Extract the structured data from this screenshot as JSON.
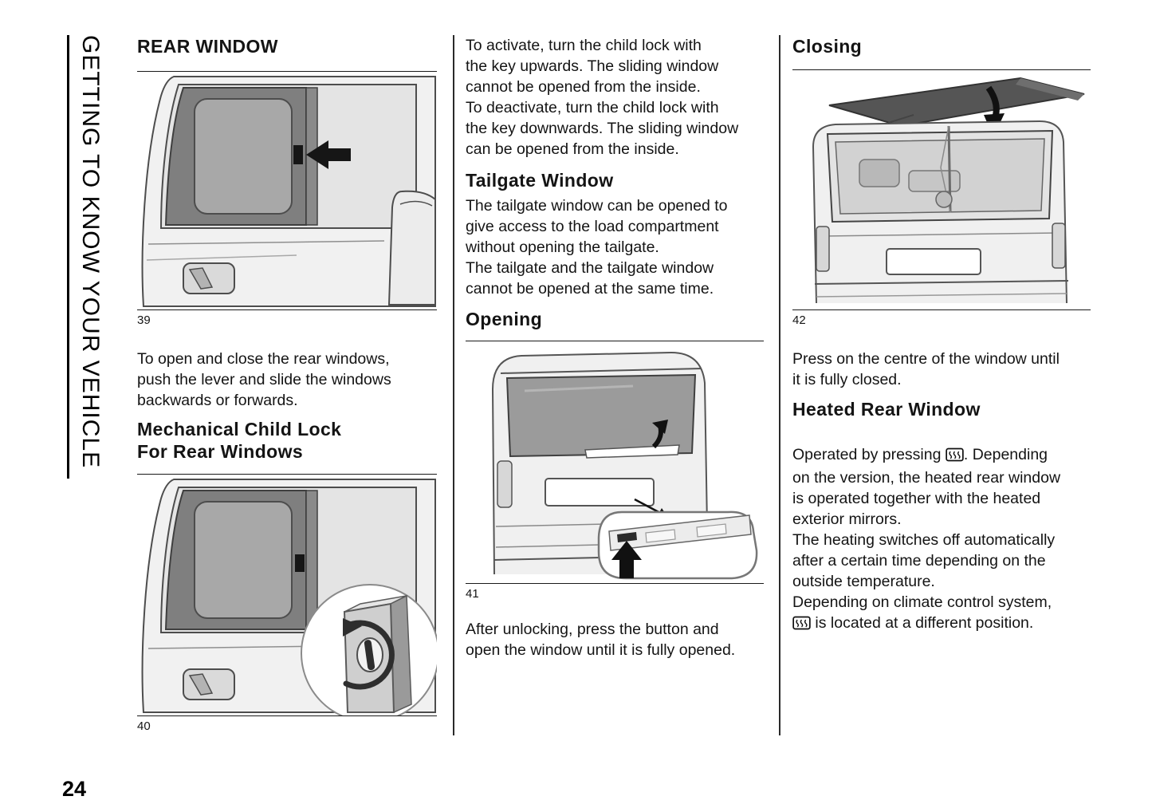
{
  "page": {
    "number": "24",
    "sidebar_title": "GETTING TO KNOW YOUR VEHICLE"
  },
  "col1": {
    "rear_window_heading": "REAR WINDOW",
    "figure39_label": "39",
    "rear_window_para": "To open and close the rear windows,\npush the lever and slide the windows\nbackwards or forwards.",
    "child_lock_heading": "Mechanical Child Lock\nFor Rear Windows",
    "figure40_label": "40"
  },
  "col2": {
    "child_lock_para": "To activate, turn the child lock with\nthe key upwards. The sliding window\ncannot be opened from the inside.\nTo deactivate, turn the child lock with\nthe key downwards. The sliding window\ncan be opened from the inside.",
    "tailgate_heading": "Tailgate Window",
    "tailgate_para": "The tailgate window can be opened to\ngive access to the load compartment\nwithout opening the tailgate.\nThe tailgate and the tailgate window\ncannot be opened at the same time.",
    "opening_heading": "Opening",
    "figure41_label": "41",
    "opening_para": "After unlocking, press the button and\nopen the window until it is fully opened."
  },
  "col3": {
    "closing_heading": "Closing",
    "figure42_label": "42",
    "closing_para": "Press on the centre of the window until\nit is fully closed.",
    "heated_heading": "Heated Rear Window",
    "heated_p1_before": "Operated by pressing ",
    "heated_p1_after": ". Depending\non the version, the heated rear window\nis operated together with the heated\nexterior mirrors.\nThe heating switches off automatically\nafter a certain time depending on the\noutside temperature.\nDepending on climate control system,\n",
    "heated_p3_after": " is located at a different position."
  },
  "icons": {
    "heated_rear_window_icon": "heated-rear-window-symbol"
  },
  "colors": {
    "rule": "#1a1a1a",
    "glass_dark": "#7f7f7f",
    "body_gray": "#f0f0f0"
  }
}
